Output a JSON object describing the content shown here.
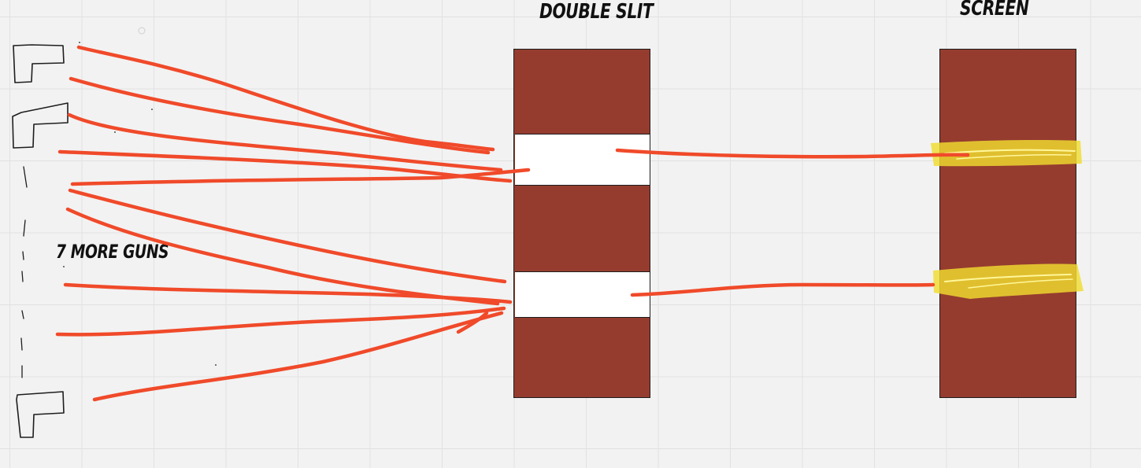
{
  "labels": {
    "double_slit": "DOUBLE SLIT",
    "screen": "SCREEN",
    "more_guns": "7 MORE GUNS"
  },
  "colors": {
    "barrier": "#953c2f",
    "slit": "#ffffff",
    "ray": "#f04a2a",
    "highlight": "#f0dc30",
    "ink": "#1e1e1e",
    "canvas": "#f2f2f2"
  },
  "icons": {
    "gun": "gun-icon"
  }
}
